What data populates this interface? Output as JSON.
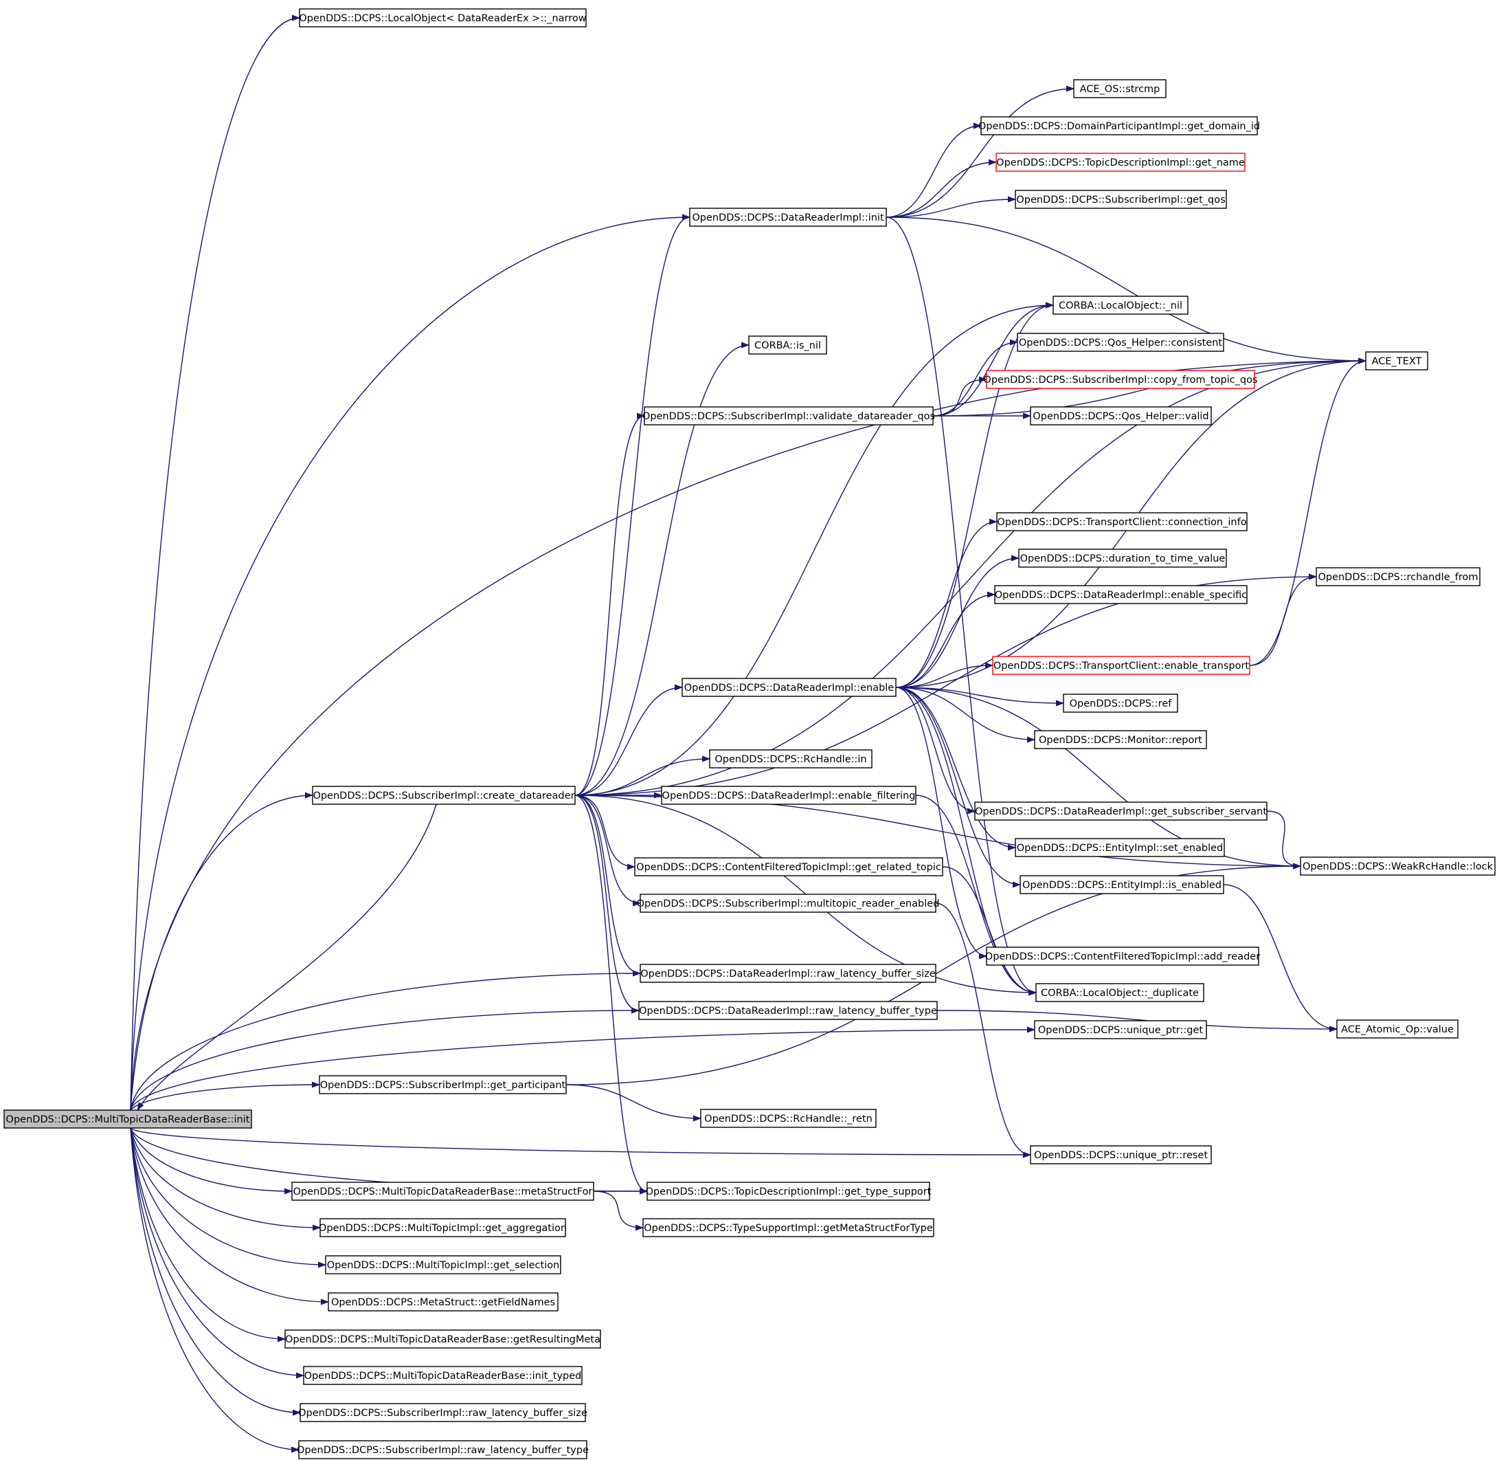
{
  "graph": {
    "root": "n0",
    "nodes": [
      {
        "id": "n0",
        "label": "OpenDDS::DCPS::MultiTopicDataReaderBase::init"
      },
      {
        "id": "n1",
        "label": "OpenDDS::DCPS::LocalObject< DataReaderEx >::_narrow"
      },
      {
        "id": "n2",
        "label": "OpenDDS::DCPS::DataReaderImpl::init"
      },
      {
        "id": "n3",
        "label": "ACE_OS::strcmp"
      },
      {
        "id": "n4",
        "label": "OpenDDS::DCPS::DomainParticipantImpl::get_domain_id"
      },
      {
        "id": "n5",
        "label": "OpenDDS::DCPS::TopicDescriptionImpl::get_name"
      },
      {
        "id": "n6",
        "label": "OpenDDS::DCPS::SubscriberImpl::get_qos"
      },
      {
        "id": "n7",
        "label": "CORBA::LocalObject::_nil"
      },
      {
        "id": "n8",
        "label": "CORBA::is_nil"
      },
      {
        "id": "n9",
        "label": "OpenDDS::DCPS::Qos_Helper::consistent"
      },
      {
        "id": "n10",
        "label": "ACE_TEXT"
      },
      {
        "id": "n11",
        "label": "OpenDDS::DCPS::SubscriberImpl::copy_from_topic_qos"
      },
      {
        "id": "n12",
        "label": "OpenDDS::DCPS::SubscriberImpl::validate_datareader_qos"
      },
      {
        "id": "n13",
        "label": "OpenDDS::DCPS::Qos_Helper::valid"
      },
      {
        "id": "n14",
        "label": "OpenDDS::DCPS::TransportClient::connection_info"
      },
      {
        "id": "n15",
        "label": "OpenDDS::DCPS::duration_to_time_value"
      },
      {
        "id": "n16",
        "label": "OpenDDS::DCPS::DataReaderImpl::enable_specific"
      },
      {
        "id": "n17",
        "label": "OpenDDS::DCPS::rchandle_from"
      },
      {
        "id": "n18",
        "label": "OpenDDS::DCPS::TransportClient::enable_transport"
      },
      {
        "id": "n19",
        "label": "OpenDDS::DCPS::DataReaderImpl::enable"
      },
      {
        "id": "n20",
        "label": "OpenDDS::DCPS::ref"
      },
      {
        "id": "n21",
        "label": "OpenDDS::DCPS::Monitor::report"
      },
      {
        "id": "n22",
        "label": "OpenDDS::DCPS::RcHandle::in"
      },
      {
        "id": "n23",
        "label": "OpenDDS::DCPS::SubscriberImpl::create_datareader"
      },
      {
        "id": "n24",
        "label": "OpenDDS::DCPS::DataReaderImpl::enable_filtering"
      },
      {
        "id": "n25",
        "label": "OpenDDS::DCPS::DataReaderImpl::get_subscriber_servant"
      },
      {
        "id": "n26",
        "label": "OpenDDS::DCPS::EntityImpl::set_enabled"
      },
      {
        "id": "n27",
        "label": "OpenDDS::DCPS::ContentFilteredTopicImpl::get_related_topic"
      },
      {
        "id": "n28",
        "label": "OpenDDS::DCPS::WeakRcHandle::lock"
      },
      {
        "id": "n29",
        "label": "OpenDDS::DCPS::EntityImpl::is_enabled"
      },
      {
        "id": "n30",
        "label": "OpenDDS::DCPS::SubscriberImpl::multitopic_reader_enabled"
      },
      {
        "id": "n31",
        "label": "OpenDDS::DCPS::ContentFilteredTopicImpl::add_reader"
      },
      {
        "id": "n32",
        "label": "OpenDDS::DCPS::DataReaderImpl::raw_latency_buffer_size"
      },
      {
        "id": "n33",
        "label": "CORBA::LocalObject::_duplicate"
      },
      {
        "id": "n34",
        "label": "OpenDDS::DCPS::DataReaderImpl::raw_latency_buffer_type"
      },
      {
        "id": "n35",
        "label": "OpenDDS::DCPS::unique_ptr::get"
      },
      {
        "id": "n36",
        "label": "ACE_Atomic_Op::value"
      },
      {
        "id": "n37",
        "label": "OpenDDS::DCPS::SubscriberImpl::get_participant"
      },
      {
        "id": "n38",
        "label": "OpenDDS::DCPS::RcHandle::_retn"
      },
      {
        "id": "n39",
        "label": "OpenDDS::DCPS::unique_ptr::reset"
      },
      {
        "id": "n40",
        "label": "OpenDDS::DCPS::MultiTopicDataReaderBase::metaStructFor"
      },
      {
        "id": "n41",
        "label": "OpenDDS::DCPS::TopicDescriptionImpl::get_type_support"
      },
      {
        "id": "n42",
        "label": "OpenDDS::DCPS::MultiTopicImpl::get_aggregation"
      },
      {
        "id": "n43",
        "label": "OpenDDS::DCPS::TypeSupportImpl::getMetaStructForType"
      },
      {
        "id": "n44",
        "label": "OpenDDS::DCPS::MultiTopicImpl::get_selection"
      },
      {
        "id": "n45",
        "label": "OpenDDS::DCPS::MetaStruct::getFieldNames"
      },
      {
        "id": "n46",
        "label": "OpenDDS::DCPS::MultiTopicDataReaderBase::getResultingMeta"
      },
      {
        "id": "n47",
        "label": "OpenDDS::DCPS::MultiTopicDataReaderBase::init_typed"
      },
      {
        "id": "n48",
        "label": "OpenDDS::DCPS::SubscriberImpl::raw_latency_buffer_size"
      },
      {
        "id": "n49",
        "label": "OpenDDS::DCPS::SubscriberImpl::raw_latency_buffer_type"
      }
    ],
    "edges": [
      [
        "n0",
        "n1"
      ],
      [
        "n0",
        "n2"
      ],
      [
        "n0",
        "n10"
      ],
      [
        "n0",
        "n23"
      ],
      [
        "n0",
        "n32"
      ],
      [
        "n0",
        "n34"
      ],
      [
        "n0",
        "n35"
      ],
      [
        "n0",
        "n37"
      ],
      [
        "n0",
        "n39"
      ],
      [
        "n0",
        "n40"
      ],
      [
        "n0",
        "n41"
      ],
      [
        "n0",
        "n42"
      ],
      [
        "n0",
        "n44"
      ],
      [
        "n0",
        "n45"
      ],
      [
        "n0",
        "n46"
      ],
      [
        "n0",
        "n47"
      ],
      [
        "n0",
        "n48"
      ],
      [
        "n0",
        "n49"
      ],
      [
        "n2",
        "n3"
      ],
      [
        "n2",
        "n4"
      ],
      [
        "n2",
        "n5"
      ],
      [
        "n2",
        "n6"
      ],
      [
        "n2",
        "n10"
      ],
      [
        "n2",
        "n33"
      ],
      [
        "n23",
        "n0"
      ],
      [
        "n23",
        "n2"
      ],
      [
        "n23",
        "n7"
      ],
      [
        "n23",
        "n8"
      ],
      [
        "n23",
        "n10"
      ],
      [
        "n23",
        "n12"
      ],
      [
        "n23",
        "n17"
      ],
      [
        "n23",
        "n19"
      ],
      [
        "n23",
        "n22"
      ],
      [
        "n23",
        "n24"
      ],
      [
        "n23",
        "n27"
      ],
      [
        "n23",
        "n30"
      ],
      [
        "n23",
        "n32"
      ],
      [
        "n23",
        "n34"
      ],
      [
        "n23",
        "n33"
      ],
      [
        "n23",
        "n28"
      ],
      [
        "n23",
        "n41"
      ],
      [
        "n12",
        "n7"
      ],
      [
        "n12",
        "n9"
      ],
      [
        "n12",
        "n11"
      ],
      [
        "n12",
        "n13"
      ],
      [
        "n12",
        "n10"
      ],
      [
        "n19",
        "n14"
      ],
      [
        "n19",
        "n15"
      ],
      [
        "n19",
        "n16"
      ],
      [
        "n19",
        "n10"
      ],
      [
        "n19",
        "n18"
      ],
      [
        "n19",
        "n20"
      ],
      [
        "n19",
        "n21"
      ],
      [
        "n19",
        "n25"
      ],
      [
        "n19",
        "n26"
      ],
      [
        "n19",
        "n29"
      ],
      [
        "n19",
        "n7"
      ],
      [
        "n19",
        "n28"
      ],
      [
        "n19",
        "n33"
      ],
      [
        "n19",
        "n31"
      ],
      [
        "n18",
        "n10"
      ],
      [
        "n18",
        "n17"
      ],
      [
        "n24",
        "n33"
      ],
      [
        "n27",
        "n33"
      ],
      [
        "n30",
        "n39"
      ],
      [
        "n25",
        "n28"
      ],
      [
        "n29",
        "n36"
      ],
      [
        "n37",
        "n28"
      ],
      [
        "n37",
        "n38"
      ],
      [
        "n40",
        "n41"
      ],
      [
        "n40",
        "n43"
      ],
      [
        "n34",
        "n36"
      ]
    ]
  }
}
